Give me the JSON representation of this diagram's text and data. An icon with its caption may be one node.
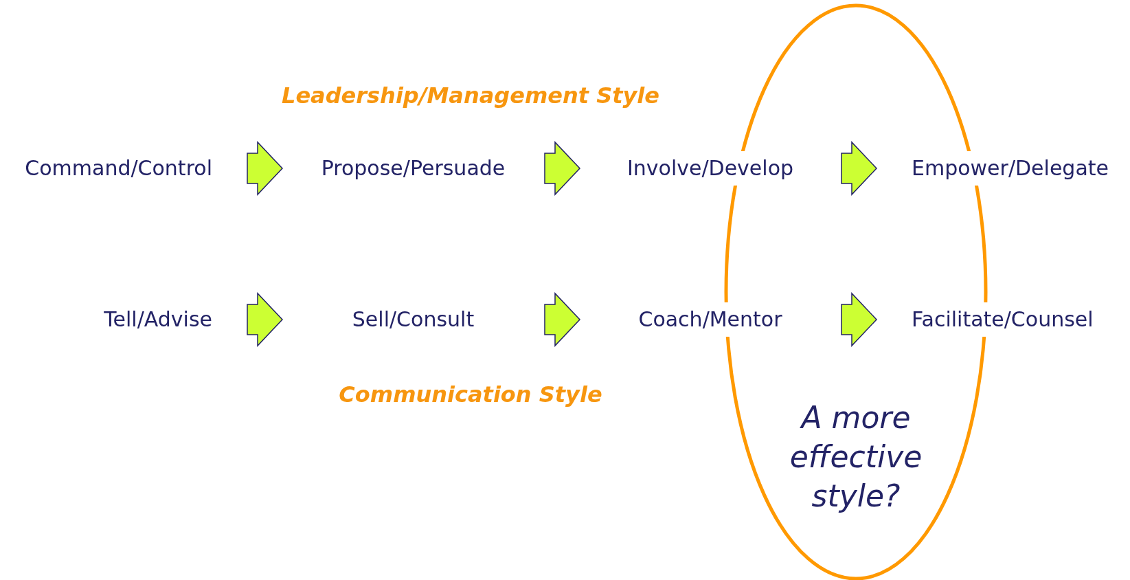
{
  "diagram": {
    "nodes": [
      {
        "text": [
          "Command/Control"
        ]
      },
      {
        "text": [
          "Propose/Persuade"
        ]
      },
      {
        "text": [
          "Involve/Develop"
        ]
      },
      {
        "text": [
          "Empower/Delegate"
        ]
      },
      {
        "text": [
          "Tell/Advise"
        ]
      },
      {
        "text": [
          "Sell/Consult"
        ]
      },
      {
        "text": [
          "Coach/Mentor"
        ]
      },
      {
        "text": [
          "Facilitate/Counsel"
        ]
      },
      {
        "text": [
          "A more effective style?"
        ]
      }
    ],
    "edges": [
      {
        "from": 0,
        "to": 1,
        "arrow": "to"
      },
      {
        "from": 1,
        "to": 2,
        "arrow": "to"
      },
      {
        "from": 2,
        "to": 3,
        "arrow": "to"
      },
      {
        "from": 4,
        "to": 5,
        "arrow": "to"
      },
      {
        "from": 5,
        "to": 6,
        "arrow": "to"
      },
      {
        "from": 6,
        "to": 7,
        "arrow": "to"
      }
    ],
    "labels": [
      "Leadership/Management Style",
      "Communication Style"
    ]
  }
}
